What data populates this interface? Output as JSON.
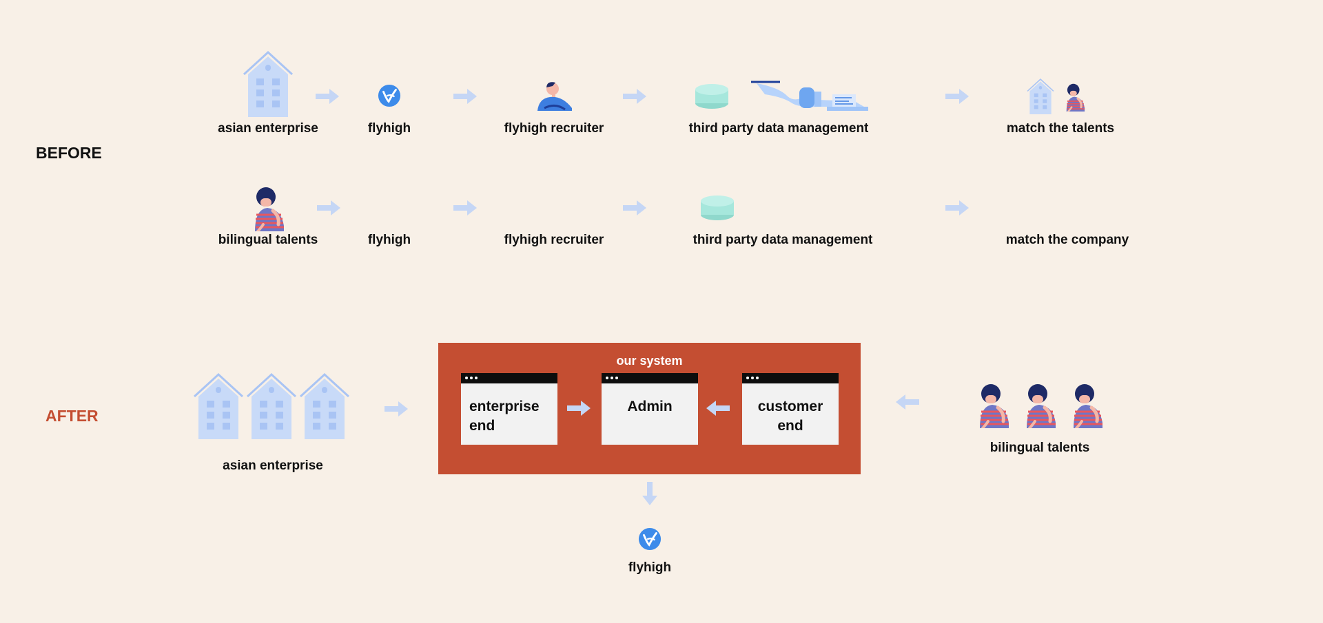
{
  "before": {
    "title": "BEFORE",
    "row1": {
      "labels": [
        "asian enterprise",
        "flyhigh",
        "flyhigh recruiter",
        "third party data management",
        "match the talents"
      ]
    },
    "row2": {
      "labels": [
        "bilingual talents",
        "flyhigh",
        "flyhigh recruiter",
        "third party data management",
        "match the company"
      ]
    }
  },
  "after": {
    "title": "AFTER",
    "enterprise_label": "asian enterprise",
    "talents_label": "bilingual talents",
    "flyhigh_label": "flyhigh",
    "system": {
      "title": "our system",
      "panels": [
        "enterprise end",
        "Admin",
        "customer end"
      ]
    }
  },
  "colors": {
    "background": "#f8f0e7",
    "arrow": "#c5d6f5",
    "building": "#c8daf8",
    "building_detail": "#a9c4f4",
    "system_box": "#c44e32",
    "panel_bar": "#0d0d0d",
    "panel": "#f2f2f2",
    "database": "#a6e7dc",
    "after_title": "#c44e32",
    "logo": "#3d8bea"
  }
}
